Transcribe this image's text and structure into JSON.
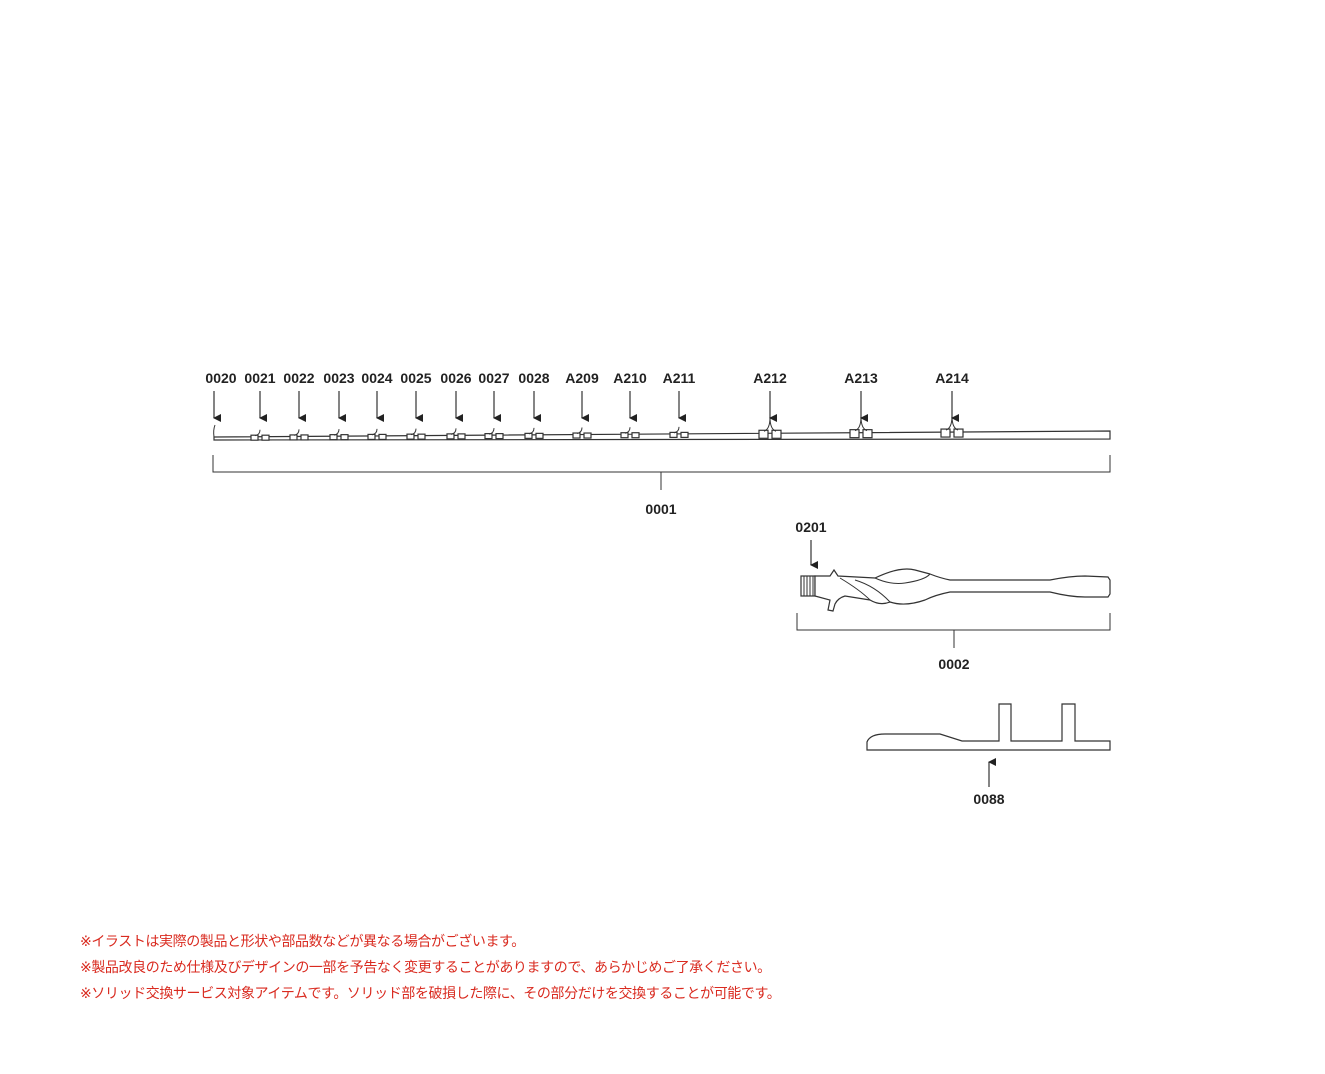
{
  "rod_labels": [
    "0020",
    "0021",
    "0022",
    "0023",
    "0024",
    "0025",
    "0026",
    "0027",
    "0028",
    "A209",
    "A210",
    "A211",
    "A212",
    "A213",
    "A214"
  ],
  "blank_label": "0001",
  "handle_label": "0002",
  "reel_seat_label": "0201",
  "holder_label": "0088",
  "notes": [
    "※イラストは実際の製品と形状や部品数などが異なる場合がございます。",
    "※製品改良のため仕様及びデザインの一部を予告なく変更することがありますので、あらかじめご了承ください。",
    "※ソリッド交換サービス対象アイテムです。ソリッド部を破損した際に、その部分だけを交換することが可能です。"
  ],
  "colors": {
    "note_text": "#d92a1f",
    "line": "#333333"
  }
}
